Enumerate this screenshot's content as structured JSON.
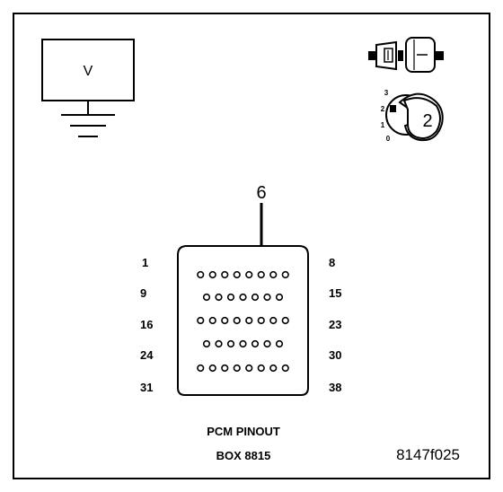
{
  "meter": {
    "label": "V"
  },
  "switch_positions": [
    "3",
    "2",
    "1",
    "0"
  ],
  "key_position": "2",
  "pointer_pin": "6",
  "connector": {
    "row_labels_left": [
      "1",
      "9",
      "16",
      "24",
      "31"
    ],
    "row_labels_right": [
      "8",
      "15",
      "23",
      "30",
      "38"
    ],
    "row_pin_counts": [
      8,
      7,
      8,
      7,
      8
    ]
  },
  "caption": {
    "line1": "PCM PINOUT",
    "line2": "BOX 8815"
  },
  "figure_id": "8147f025"
}
